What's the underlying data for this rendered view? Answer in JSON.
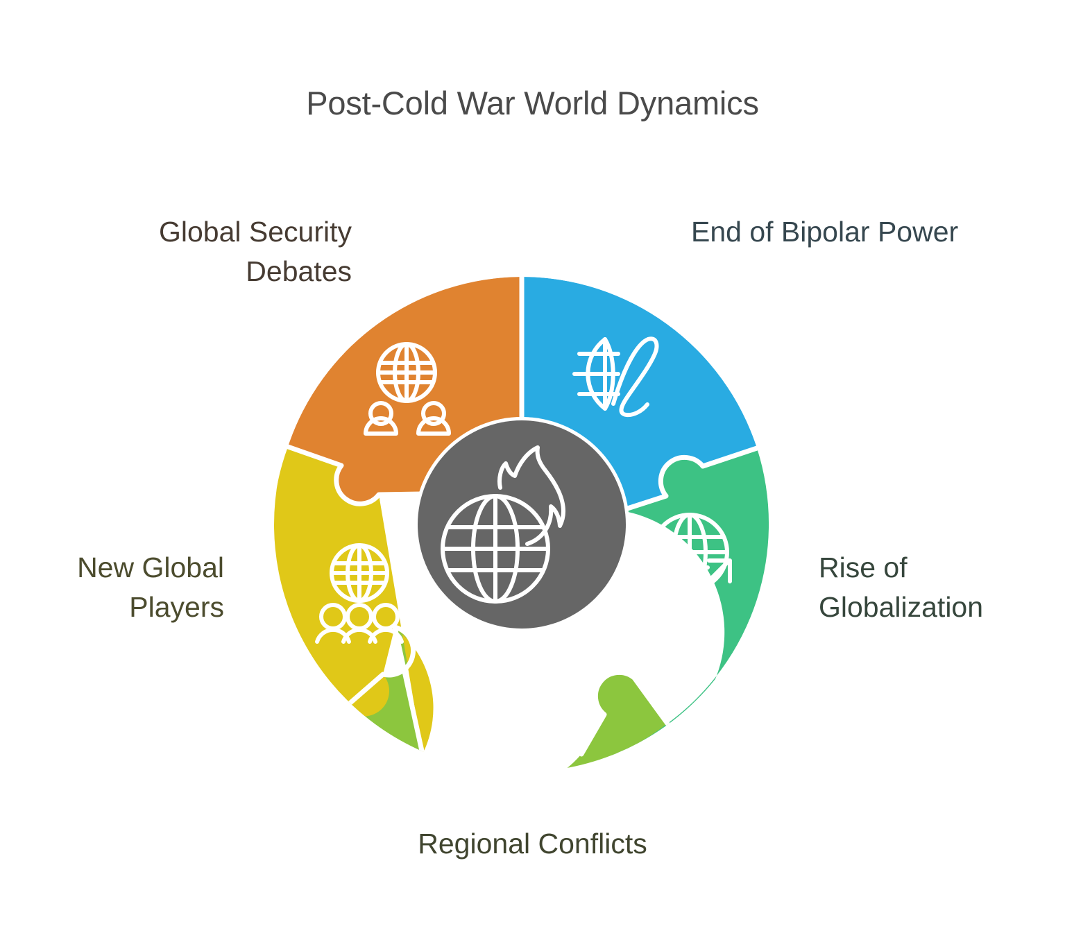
{
  "diagram": {
    "title": "Post-Cold War World Dynamics",
    "type": "circular-puzzle-wheel",
    "segment_count": 5,
    "hub": {
      "icon": "globe-flame-icon",
      "color": "#666666"
    },
    "segments": [
      {
        "id": "end-of-bipolar-power",
        "label": "End of Bipolar Power",
        "color": "#29abe2",
        "label_color": "#36474f",
        "position": "top-right",
        "icon": "split-globe-icon"
      },
      {
        "id": "rise-of-globalization",
        "label": "Rise of\nGlobalization",
        "color": "#3dc284",
        "label_color": "#36463c",
        "position": "right",
        "icon": "globe-growth-arrow-icon"
      },
      {
        "id": "regional-conflicts",
        "label": "Regional Conflicts",
        "color": "#8cc63e",
        "label_color": "#40452f",
        "position": "bottom",
        "icon": "globe-fire-icon"
      },
      {
        "id": "new-global-players",
        "label": "New Global\nPlayers",
        "color": "#e0c818",
        "label_color": "#4c4c2e",
        "position": "left",
        "icon": "globe-three-people-icon"
      },
      {
        "id": "global-security-debates",
        "label": "Global Security\nDebates",
        "color": "#e08330",
        "label_color": "#463b32",
        "position": "top-left",
        "icon": "globe-two-people-icon"
      }
    ],
    "colors": {
      "background": "#ffffff",
      "divider": "#ffffff",
      "title_text": "#4a4a4a",
      "icon_stroke": "#ffffff"
    }
  }
}
